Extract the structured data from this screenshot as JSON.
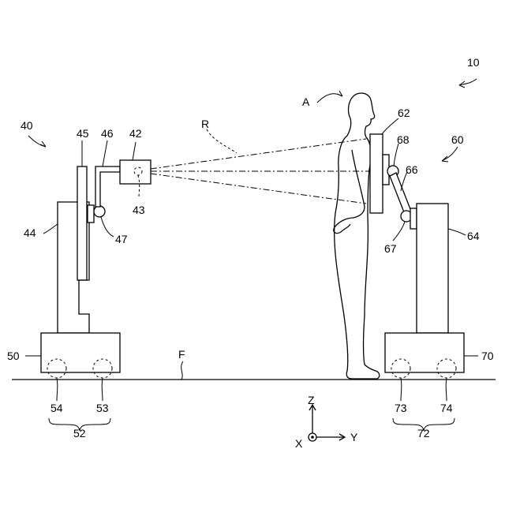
{
  "figure": {
    "labels": {
      "system": "10",
      "imaging_robot": "40",
      "camera": "42",
      "lens": "43",
      "body": "44",
      "mast": "45",
      "arm": "46",
      "joint_left": "47",
      "base_left": "50",
      "wheel_group_left": "52",
      "wheel_53": "53",
      "wheel_54": "54",
      "support_robot": "60",
      "pad": "62",
      "body_right": "64",
      "arm_right": "66",
      "joint_right_lower": "67",
      "joint_right_upper": "68",
      "base_right": "70",
      "wheel_group_right": "72",
      "wheel_73": "73",
      "wheel_74": "74",
      "person": "A",
      "range": "R",
      "floor": "F"
    },
    "axes": {
      "z": "Z",
      "x": "X",
      "y": "Y"
    }
  }
}
